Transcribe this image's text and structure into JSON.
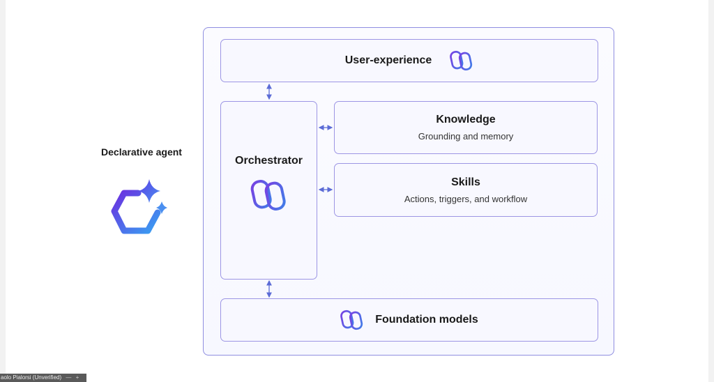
{
  "agent": {
    "label": "Declarative agent"
  },
  "diagram": {
    "user_experience": {
      "title": "User-experience"
    },
    "orchestrator": {
      "title": "Orchestrator"
    },
    "knowledge": {
      "title": "Knowledge",
      "subtitle": "Grounding and memory"
    },
    "skills": {
      "title": "Skills",
      "subtitle": "Actions, triggers, and workflow"
    },
    "foundation_models": {
      "title": "Foundation models"
    }
  },
  "icons": {
    "copilot": "copilot-icon",
    "agent": "declarative-agent-icon",
    "arrow": "double-arrow-icon"
  },
  "colors": {
    "border": "#9c95e4",
    "arrow": "#5b6bd6",
    "gradient_start": "#6a3fe0",
    "gradient_end": "#4aa0f0"
  },
  "status_bar": {
    "user": "aolo Pialorsi (Unverified)",
    "minimize": "—",
    "add": "+"
  }
}
